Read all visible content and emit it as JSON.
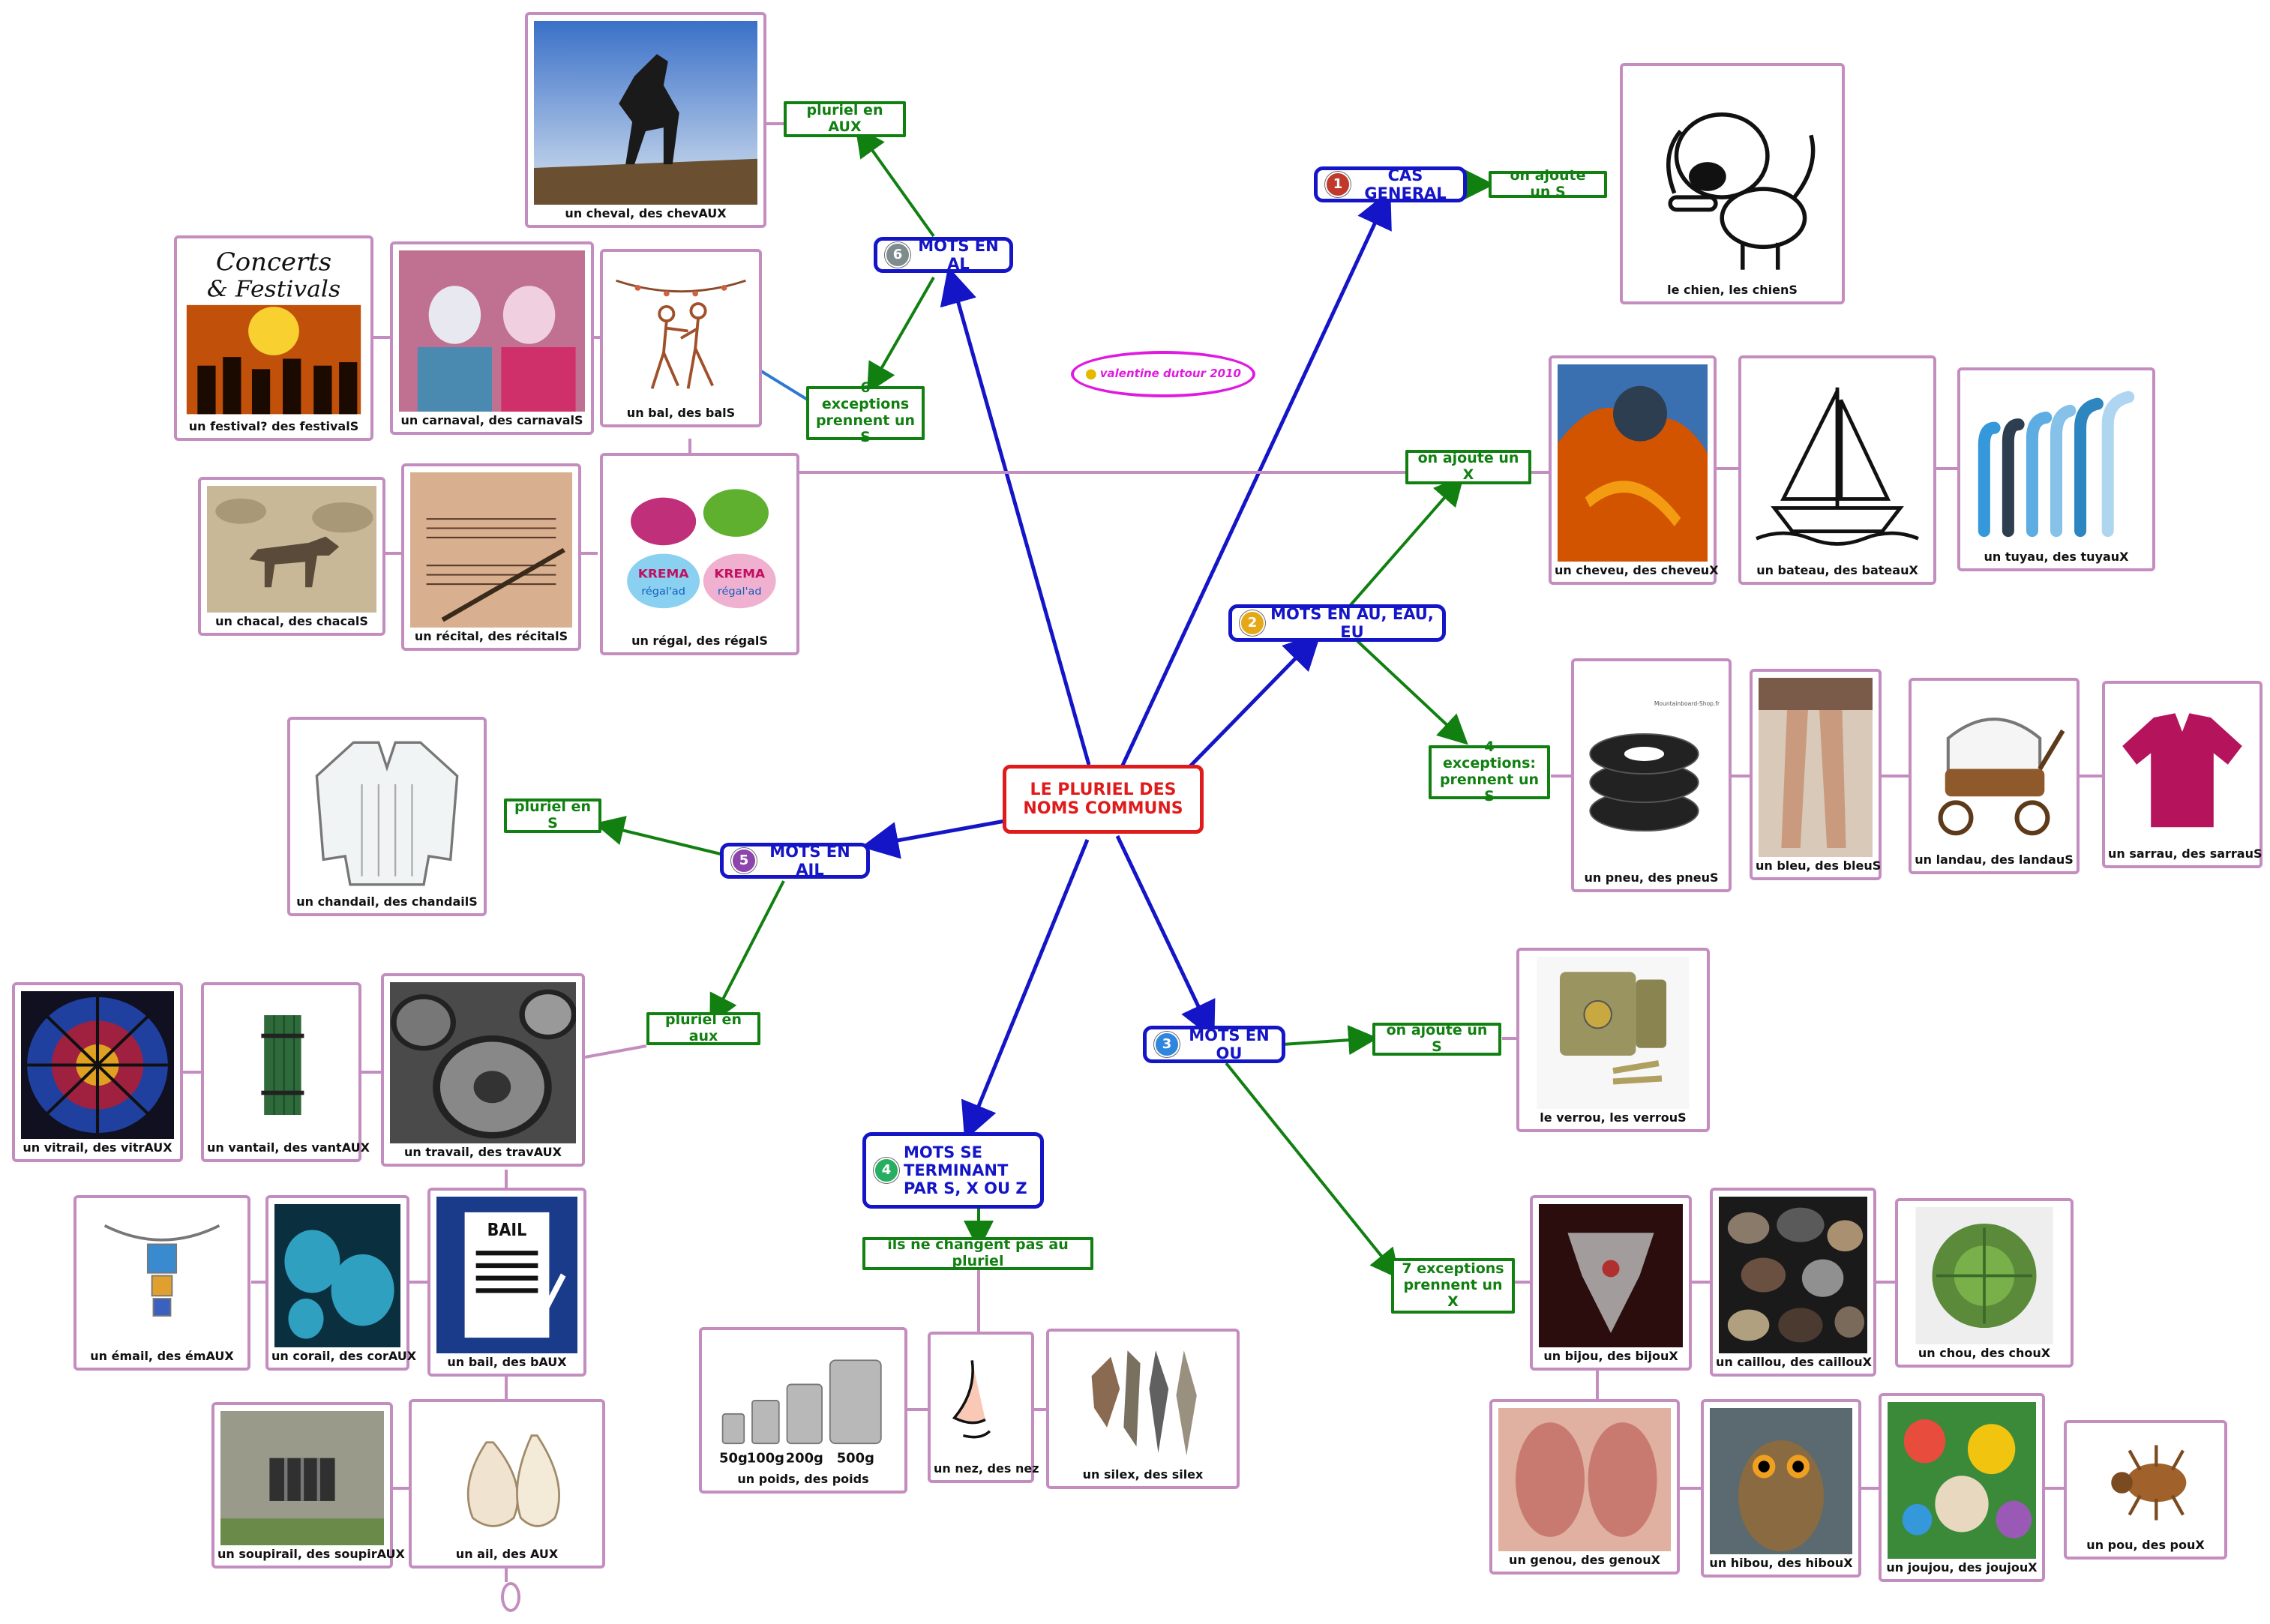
{
  "root": {
    "line1": "LE PLURIEL DES",
    "line2": "NOMS COMMUNS"
  },
  "branches": {
    "b1": {
      "num": "1",
      "label": "CAS GENERAL",
      "color": "#c0392b"
    },
    "b2": {
      "num": "2",
      "label": "MOTS EN AU, EAU, EU",
      "color": "#e6a817"
    },
    "b3": {
      "num": "3",
      "label": "MOTS EN OU",
      "color": "#2e86de"
    },
    "b4": {
      "num": "4",
      "label": "MOTS SE TERMINANT PAR S, X OU Z",
      "color": "#27ae60"
    },
    "b5": {
      "num": "5",
      "label": "MOTS EN AIL",
      "color": "#8e44ad"
    },
    "b6": {
      "num": "6",
      "label": "MOTS EN AL",
      "color": "#7f8c8d"
    }
  },
  "rules": {
    "g_s": "on ajoute un S",
    "au_x": "on ajoute un X",
    "au_exc": "4 exceptions: prennent un S",
    "ou_s": "on ajoute un S",
    "ou_exc": "7 exceptions prennent un X",
    "sxz": "ils ne changent pas au pluriel",
    "ail_s": "pluriel en S",
    "ail_aux": "pluriel en aux",
    "al_aux": "pluriel en AUX",
    "al_exc": "6 exceptions prennent un S"
  },
  "signature": "valentine dutour 2010",
  "cards": {
    "chien": "le chien, les chienS",
    "cheveu": "un cheveu, des cheveuX",
    "bateau": "un bateau, des bateauX",
    "tuyau": "un tuyau, des tuyauX",
    "pneu": "un pneu, des pneuS",
    "bleu": "un bleu, des bleuS",
    "landau": "un landau, des landauS",
    "sarrau": "un sarrau, des sarrauS",
    "verrou": "le verrou, les verrouS",
    "bijou": "un bijou, des bijouX",
    "caillou": "un caillou, des caillouX",
    "chou": "un chou, des chouX",
    "genou": "un genou, des genouX",
    "hibou": "un hibou, des hibouX",
    "joujou": "un joujou, des joujouX",
    "pou": "un pou, des pouX",
    "poids": "un poids, des poids",
    "nez": "un nez, des nez",
    "silex": "un silex, des silex",
    "cheval": "un cheval, des chevAUX",
    "festival": "un festival? des festivalS",
    "carnaval": "un carnaval, des carnavalS",
    "bal": "un bal, des balS",
    "chacal": "un chacal, des chacalS",
    "recital": "un récital, des récitalS",
    "regal": "un régal, des régalS",
    "chandail": "un chandail, des chandailS",
    "vitrail": "un vitrail, des vitrAUX",
    "vantail": "un vantail, des vantAUX",
    "travail": "un travail, des travAUX",
    "email": "un émail, des émAUX",
    "corail": "un corail, des corAUX",
    "bail": "un bail, des bAUX",
    "soupirail": "un soupirail, des soupirAUX",
    "ail": "un ail, des AUX"
  },
  "image_text": {
    "concerts_line1": "Concerts",
    "concerts_line2": "& Festivals",
    "bail_word": "BAIL",
    "krema1": "KREMA",
    "krema2": "KREMA",
    "regalad1": "régal'ad",
    "regalad2": "régal'ad",
    "shop_label": "Mountainboard-Shop.fr",
    "w500": "500g",
    "w200": "200g",
    "w100": "100g",
    "w50": "50g"
  }
}
